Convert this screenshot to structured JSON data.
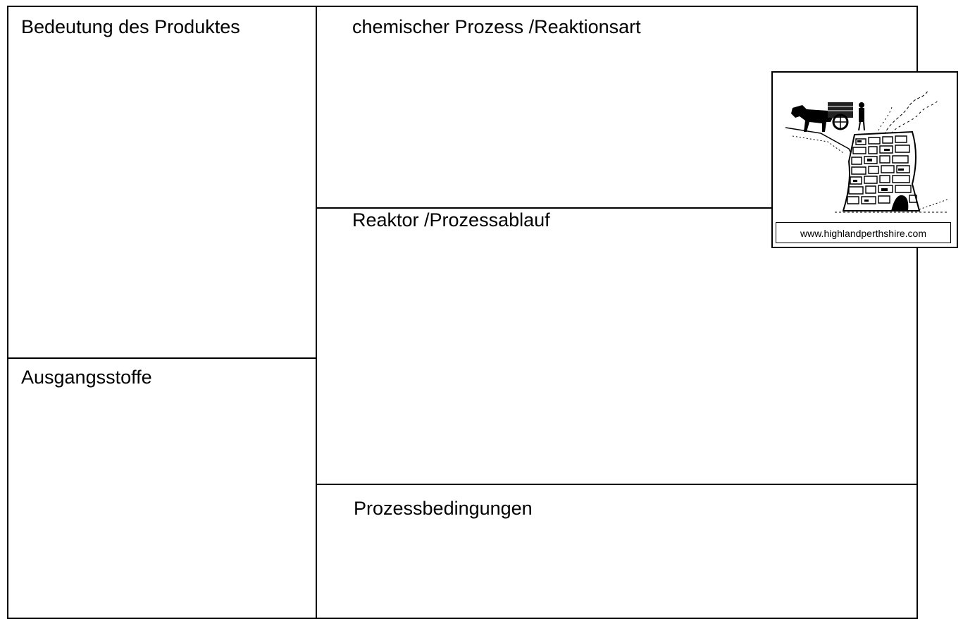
{
  "cells": {
    "product_importance": "Bedeutung des Produktes",
    "chemical_process": "chemischer Prozess /Reaktionsart",
    "reactor": "Reaktor /Prozessablauf",
    "raw_materials": "Ausgangsstoffe",
    "process_conditions": "Prozessbedingungen"
  },
  "illustration": {
    "caption": "www.highlandperthshire.com",
    "icon": "lime-kiln-with-horse-cart-icon"
  }
}
